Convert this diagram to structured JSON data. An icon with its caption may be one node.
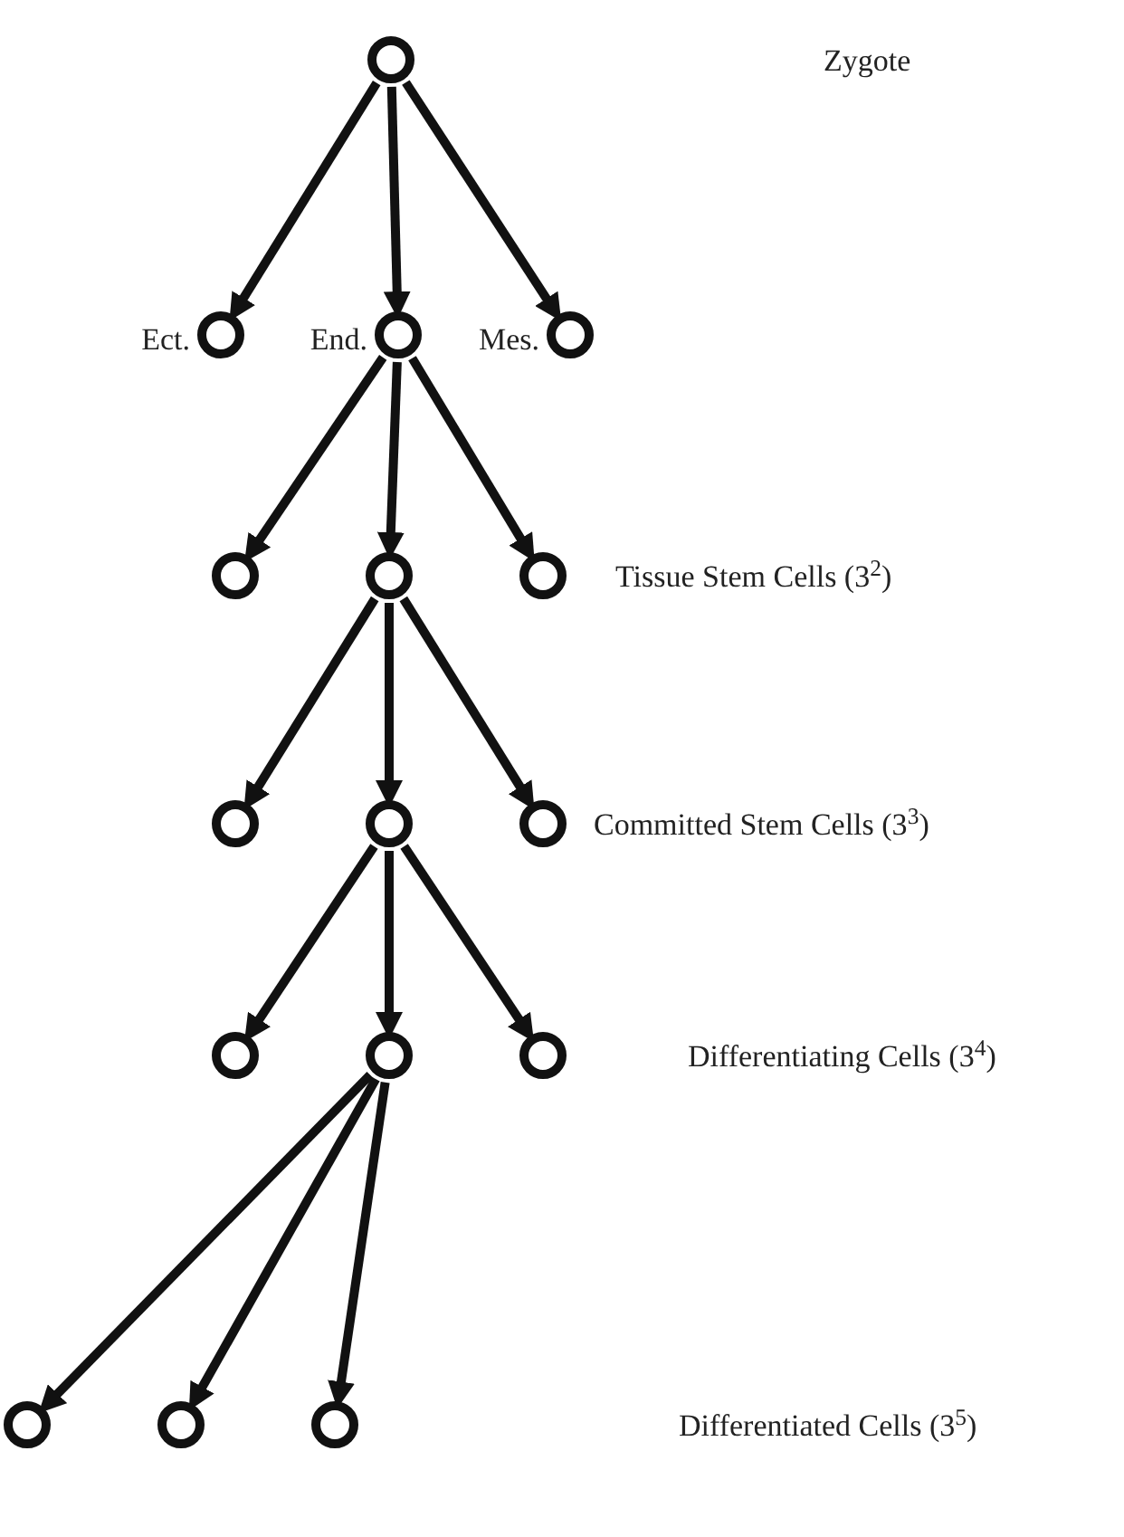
{
  "diagram": {
    "nodes": [
      {
        "text": [],
        "shape": "circle"
      },
      {
        "text": [],
        "shape": "circle",
        "beside": [
          "Ect."
        ]
      },
      {
        "text": [],
        "shape": "circle",
        "beside": [
          "End."
        ]
      },
      {
        "text": [],
        "shape": "circle",
        "beside": [
          "Mes."
        ]
      },
      {
        "text": [],
        "shape": "circle"
      },
      {
        "text": [],
        "shape": "circle"
      },
      {
        "text": [],
        "shape": "circle"
      },
      {
        "text": [],
        "shape": "circle"
      },
      {
        "text": [],
        "shape": "circle"
      },
      {
        "text": [],
        "shape": "circle"
      },
      {
        "text": [],
        "shape": "circle"
      },
      {
        "text": [],
        "shape": "circle"
      },
      {
        "text": [],
        "shape": "circle"
      },
      {
        "text": [],
        "shape": "circle"
      },
      {
        "text": [],
        "shape": "circle"
      },
      {
        "text": [],
        "shape": "circle"
      }
    ],
    "edges": [
      {
        "from": 0,
        "to": 1,
        "arrow": "to"
      },
      {
        "from": 0,
        "to": 2,
        "arrow": "to"
      },
      {
        "from": 0,
        "to": 3,
        "arrow": "to"
      },
      {
        "from": 2,
        "to": 4,
        "arrow": "to"
      },
      {
        "from": 2,
        "to": 5,
        "arrow": "to"
      },
      {
        "from": 2,
        "to": 6,
        "arrow": "to"
      },
      {
        "from": 5,
        "to": 7,
        "arrow": "to"
      },
      {
        "from": 5,
        "to": 8,
        "arrow": "to"
      },
      {
        "from": 5,
        "to": 9,
        "arrow": "to"
      },
      {
        "from": 8,
        "to": 10,
        "arrow": "to"
      },
      {
        "from": 8,
        "to": 11,
        "arrow": "to"
      },
      {
        "from": 8,
        "to": 12,
        "arrow": "to"
      },
      {
        "from": 11,
        "to": 13,
        "arrow": "to"
      },
      {
        "from": 11,
        "to": 14,
        "arrow": "to"
      },
      {
        "from": 11,
        "to": 15,
        "arrow": "to"
      }
    ],
    "labels": [
      "Zygote",
      "Tissue Stem Cells (3$^{2}$)",
      "Committed Stem Cells (3$^{3}$)",
      "Differentiating Cells (3$^{4}$)",
      "Differentiated Cells (3$^{5}$)"
    ]
  }
}
